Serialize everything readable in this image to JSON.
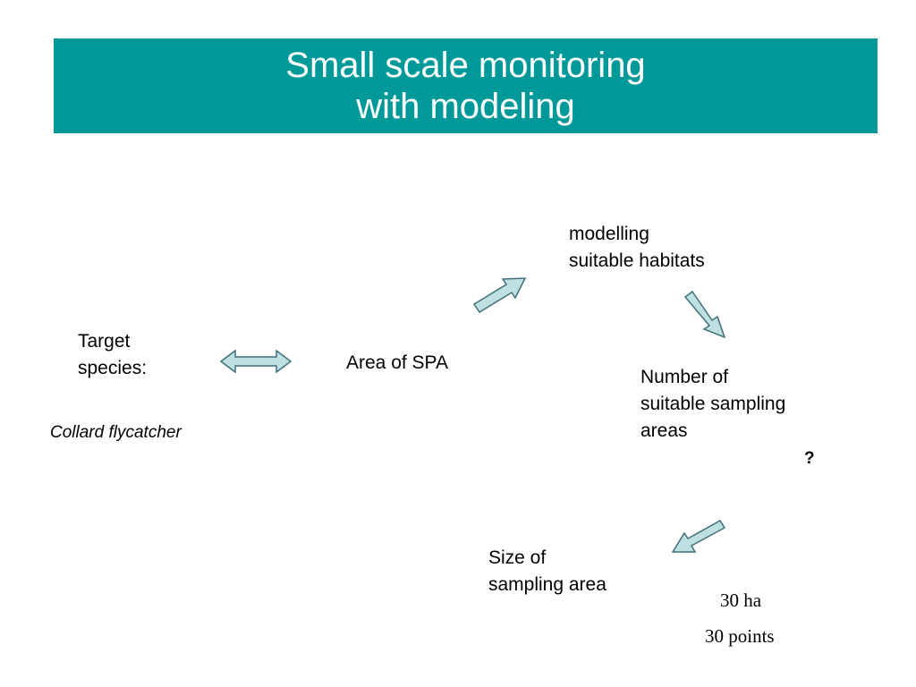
{
  "title": {
    "line1": "Small scale monitoring",
    "line2": "with modeling"
  },
  "diagram": {
    "target_species": {
      "line1": "Target",
      "line2": "species:"
    },
    "species_name": "Collard flycatcher",
    "area_of_spa": "Area of SPA",
    "modelling": {
      "line1": "modelling",
      "line2": "suitable habitats"
    },
    "number_of": {
      "line1": "Number of",
      "line2": "suitable sampling",
      "line3": "areas"
    },
    "question_mark": "?",
    "size_of": {
      "line1": "Size of",
      "line2": "sampling area"
    },
    "size_value": "30 ha",
    "points_value": "30 points"
  },
  "colors": {
    "banner": "#009999",
    "arrow_fill": "#bfe0e0",
    "arrow_stroke": "#3f6f7a"
  },
  "icons": [
    "double-arrow-icon",
    "arrow-up-right-icon",
    "arrow-down-right-icon",
    "arrow-down-left-icon"
  ]
}
